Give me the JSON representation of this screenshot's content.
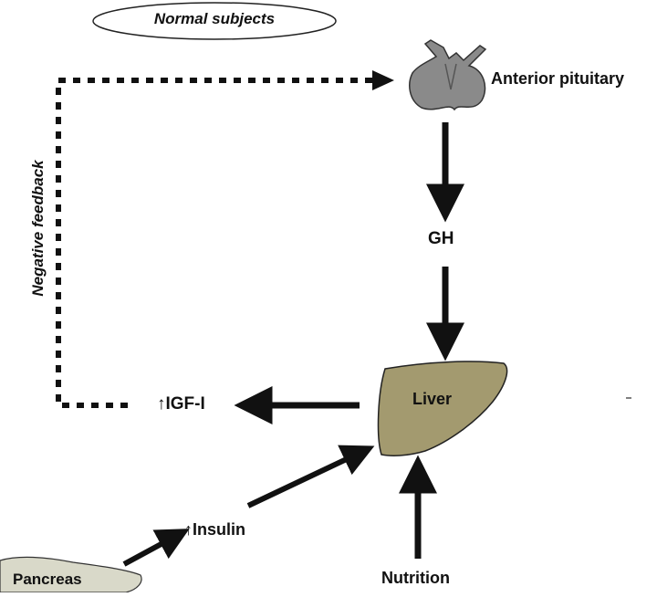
{
  "diagram": {
    "title": "Normal subjects",
    "nodes": {
      "anterior_pituitary": "Anterior pituitary",
      "gh": "GH",
      "liver": "Liver",
      "igf": "↑IGF-I",
      "insulin": "↑Insulin",
      "pancreas": "Pancreas",
      "nutrition": "Nutrition"
    },
    "feedback_label": "Negative feedback",
    "edges": [
      {
        "from": "Anterior pituitary",
        "to": "GH"
      },
      {
        "from": "GH",
        "to": "Liver"
      },
      {
        "from": "Liver",
        "to": "↑IGF-I"
      },
      {
        "from": "Pancreas",
        "to": "↑Insulin"
      },
      {
        "from": "↑Insulin",
        "to": "Liver"
      },
      {
        "from": "Nutrition",
        "to": "Liver"
      },
      {
        "from": "↑IGF-I",
        "to": "Anterior pituitary",
        "style": "dotted",
        "label": "Negative feedback"
      }
    ],
    "colors": {
      "pituitary": "#8a8a8a",
      "liver": "#a39a6f",
      "pancreas": "#d9d9c9",
      "arrow": "#111111"
    }
  }
}
